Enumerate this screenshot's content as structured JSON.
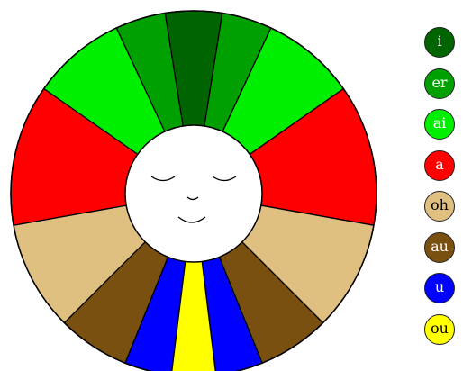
{
  "segments": [
    {
      "color": "#006400"
    },
    {
      "color": "#00a000"
    },
    {
      "color": "#00a000"
    },
    {
      "color": "#00ee00"
    },
    {
      "color": "#00ee00"
    },
    {
      "color": "#ff0000"
    },
    {
      "color": "#ff0000"
    },
    {
      "color": "#e0c080"
    },
    {
      "color": "#e0c080"
    },
    {
      "color": "#7a5010"
    },
    {
      "color": "#7a5010"
    },
    {
      "color": "#0000ff"
    },
    {
      "color": "#0000ff"
    },
    {
      "color": "#ffff00"
    }
  ],
  "center_icon": "smiling-face-icon",
  "legend": [
    {
      "label": "i",
      "color": "#006400",
      "text_color": "#ffffff"
    },
    {
      "label": "er",
      "color": "#00a000",
      "text_color": "#ffffff"
    },
    {
      "label": "ai",
      "color": "#00ee00",
      "text_color": "#ffffff"
    },
    {
      "label": "a",
      "color": "#ff0000",
      "text_color": "#ffffff"
    },
    {
      "label": "oh",
      "color": "#e0c080",
      "text_color": "#000000"
    },
    {
      "label": "au",
      "color": "#7a5010",
      "text_color": "#ffffff"
    },
    {
      "label": "u",
      "color": "#0000ff",
      "text_color": "#ffffff"
    },
    {
      "label": "ou",
      "color": "#ffff00",
      "text_color": "#000000"
    }
  ]
}
